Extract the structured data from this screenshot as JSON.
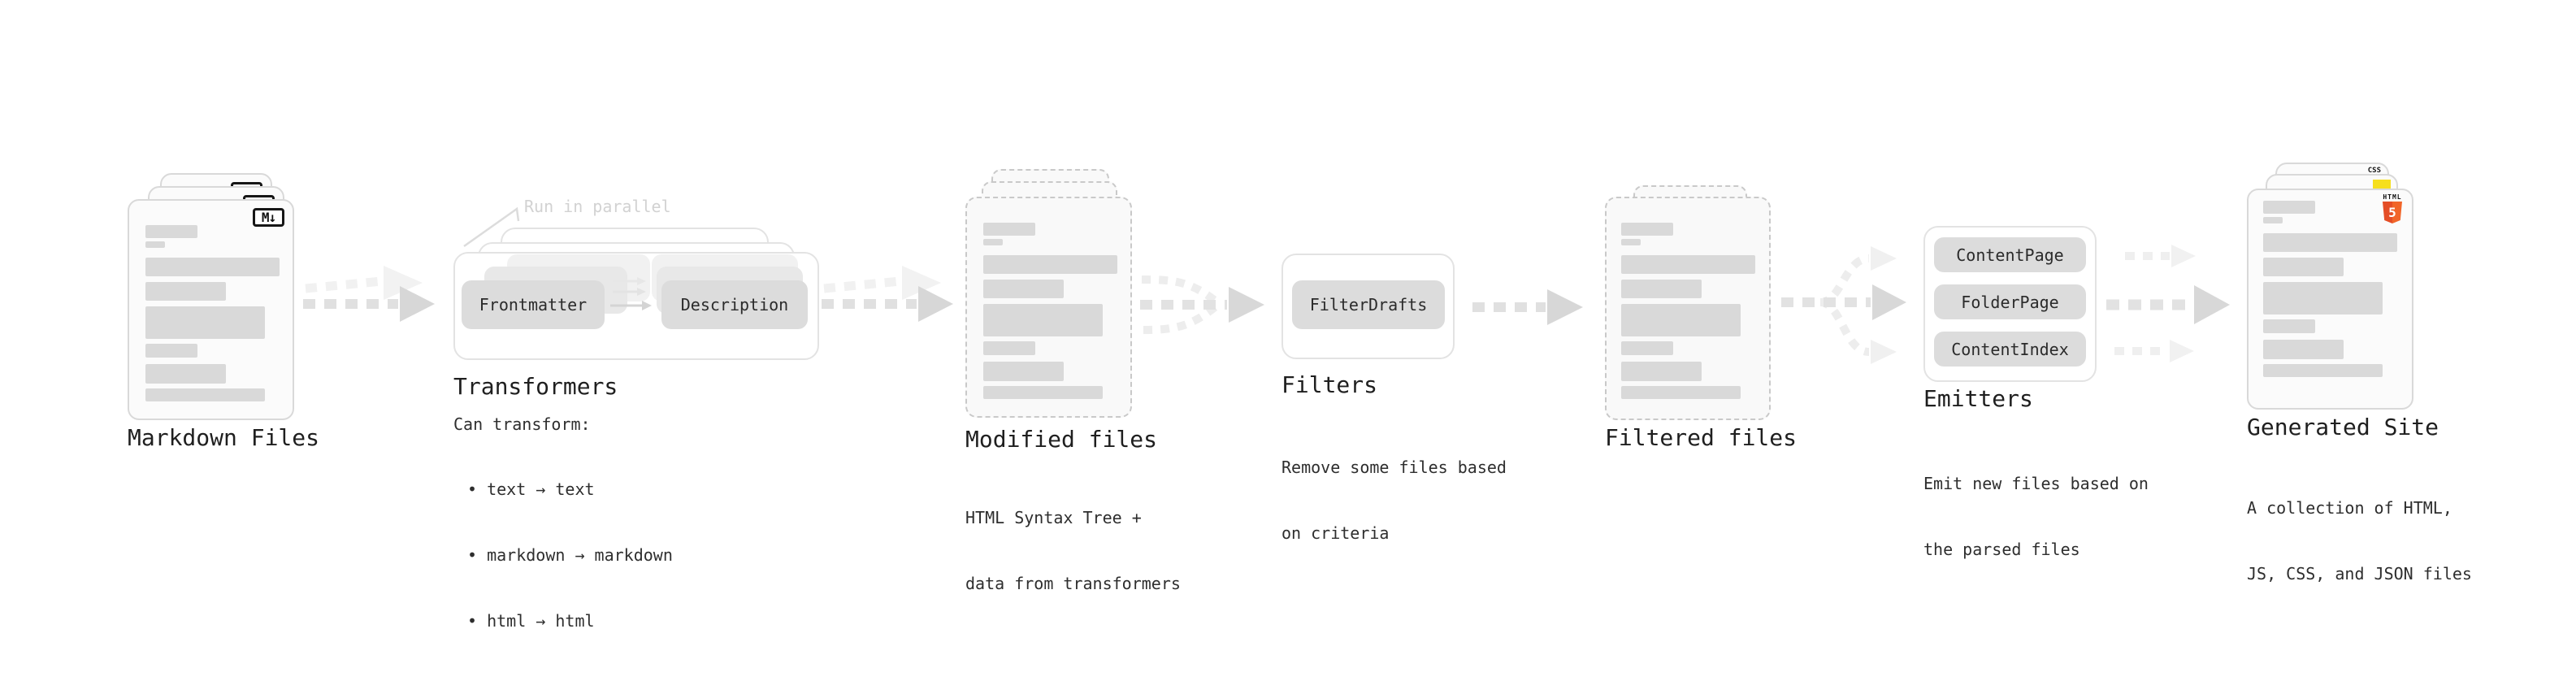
{
  "colors": {
    "css_badge_blue": "#2e6de9",
    "js_badge_yellow": "#f6df1d",
    "html5_badge_orange": "#e44d26"
  },
  "stages": {
    "markdown_files": {
      "label": "Markdown Files",
      "file_badge": "M↓"
    },
    "transformers": {
      "title": "Transformers",
      "annotation": "Run in parallel",
      "boxes": [
        "Frontmatter",
        "Description"
      ],
      "caption_heading": "Can transform:",
      "caption_bullets": [
        "• text → text",
        "• markdown → markdown",
        "• html → html"
      ]
    },
    "modified_files": {
      "label": "Modified files",
      "caption": [
        "HTML Syntax Tree +",
        "data from transformers"
      ]
    },
    "filters": {
      "title": "Filters",
      "boxes": [
        "FilterDrafts"
      ],
      "caption": [
        "Remove some files based",
        "on criteria"
      ]
    },
    "filtered_files": {
      "label": "Filtered files"
    },
    "emitters": {
      "title": "Emitters",
      "boxes": [
        "ContentPage",
        "FolderPage",
        "ContentIndex"
      ],
      "caption": [
        "Emit new files based on",
        "the parsed files"
      ]
    },
    "generated_site": {
      "label": "Generated Site",
      "css_badge": "CSS",
      "html5_badge": {
        "word": "HTML",
        "number": "5"
      },
      "caption": [
        "A collection of HTML,",
        "JS, CSS, and JSON files"
      ]
    }
  }
}
